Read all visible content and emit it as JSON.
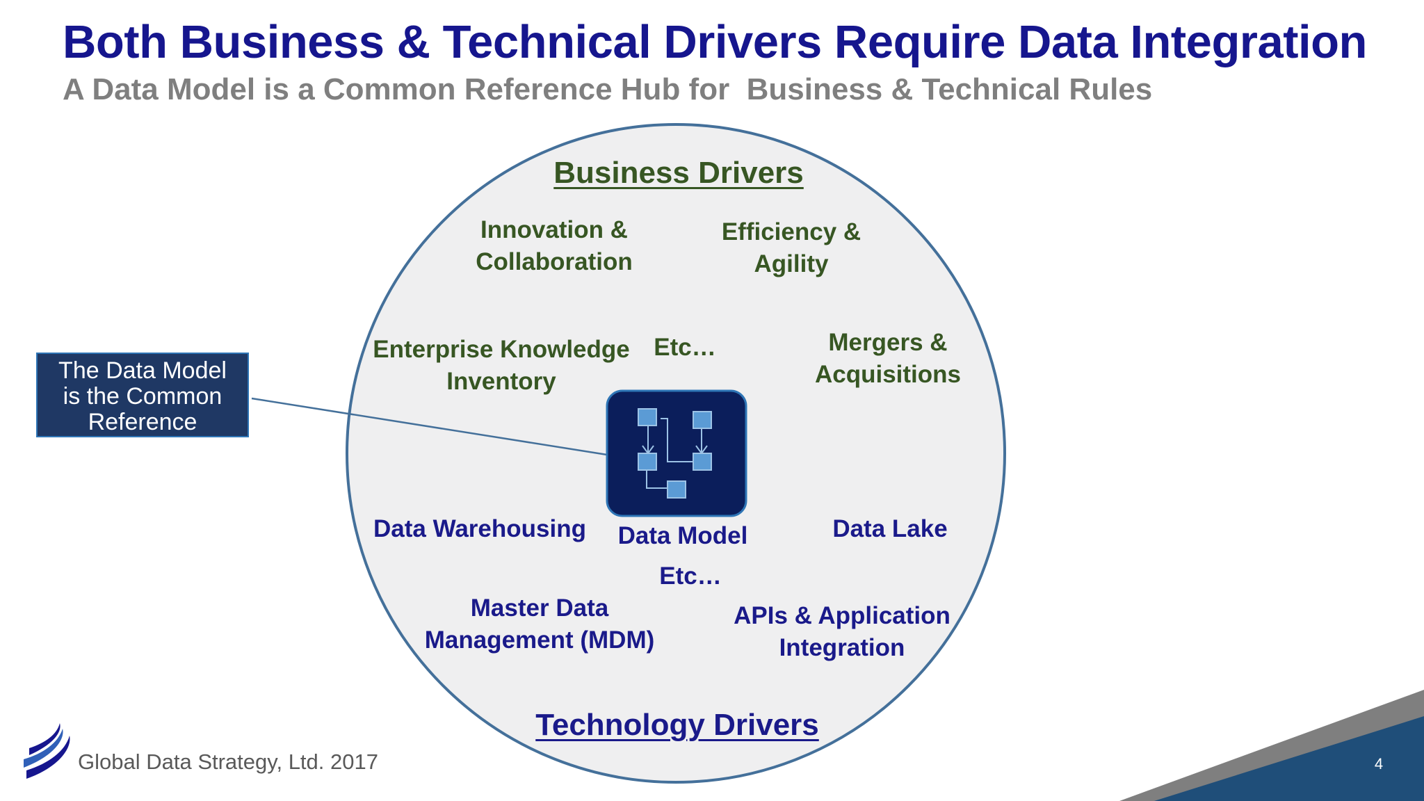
{
  "title": "Both Business & Technical Drivers Require Data Integration",
  "subtitle": "A Data Model is a Common Reference Hub for  Business & Technical Rules",
  "business_drivers": {
    "heading": "Business Drivers",
    "items": [
      {
        "line1": "Innovation &",
        "line2": "Collaboration"
      },
      {
        "line1": "Efficiency &",
        "line2": "Agility"
      },
      {
        "line1": "Enterprise Knowledge",
        "line2": "Inventory"
      },
      {
        "line1": "Etc…",
        "line2": ""
      },
      {
        "line1": "Mergers &",
        "line2": "Acquisitions"
      }
    ]
  },
  "technology_drivers": {
    "heading": "Technology Drivers",
    "items": [
      {
        "line1": "Data Warehousing",
        "line2": ""
      },
      {
        "line1": "Data Lake",
        "line2": ""
      },
      {
        "line1": "Etc…",
        "line2": ""
      },
      {
        "line1": "Master Data",
        "line2": "Management (MDM)"
      },
      {
        "line1": "APIs & Application",
        "line2": "Integration"
      }
    ]
  },
  "hub": {
    "label": "Data Model",
    "icon": "data-model-diagram-icon"
  },
  "callout": {
    "line1": "The Data Model",
    "line2": "is the Common",
    "line3": "Reference"
  },
  "footer": {
    "company": "Global Data Strategy, Ltd. 2017",
    "logo_icon": "swoosh-logo-icon",
    "page_number": "4"
  },
  "colors": {
    "title": "#16168e",
    "subtitle": "#7f7f7f",
    "business": "#375623",
    "technology": "#1a1a8a",
    "circle_fill": "#efeff0",
    "circle_stroke": "#44709a",
    "hub_fill": "#0b1e5b",
    "hub_node": "#5b9bd5",
    "callout_fill": "#1f3864",
    "corner_gray": "#7f7f7f",
    "corner_blue": "#1f4e79"
  }
}
